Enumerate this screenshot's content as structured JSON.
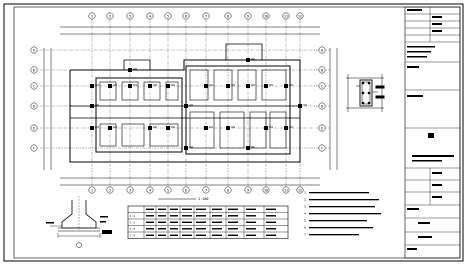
{
  "drawing": {
    "title_block": {
      "rows": [
        {
          "k": "",
          "v": ""
        },
        {
          "k": "",
          "v": ""
        },
        {
          "k": "",
          "v": ""
        },
        {
          "k": "",
          "v": ""
        },
        {
          "k": "",
          "v": ""
        }
      ]
    },
    "plan": {
      "grid_top": [
        "1",
        "2",
        "3",
        "4",
        "5",
        "6",
        "7",
        "8",
        "9",
        "10",
        "11",
        "12"
      ],
      "grid_left": [
        "A",
        "B",
        "C",
        "D",
        "E",
        "F"
      ],
      "caption": "",
      "scale": "1:100"
    },
    "table": {
      "header": [
        "",
        "",
        "",
        "",
        "",
        "",
        "",
        "",
        "",
        ""
      ],
      "rows": [
        [
          "J-1",
          "",
          "",
          "",
          "",
          "",
          "",
          "",
          "",
          ""
        ],
        [
          "J-2",
          "",
          "",
          "",
          "",
          "",
          "",
          "",
          "",
          ""
        ],
        [
          "J-3",
          "",
          "",
          "",
          "",
          "",
          "",
          "",
          "",
          ""
        ],
        [
          "J-4",
          "",
          "",
          "",
          "",
          "",
          "",
          "",
          "",
          ""
        ]
      ]
    },
    "notes": {
      "title": "",
      "lines": [
        "1.",
        "2.",
        "3.",
        "4.",
        "5.",
        "6.",
        "7."
      ]
    },
    "colors": {
      "line": "#000000",
      "paper": "#ffffff"
    }
  }
}
